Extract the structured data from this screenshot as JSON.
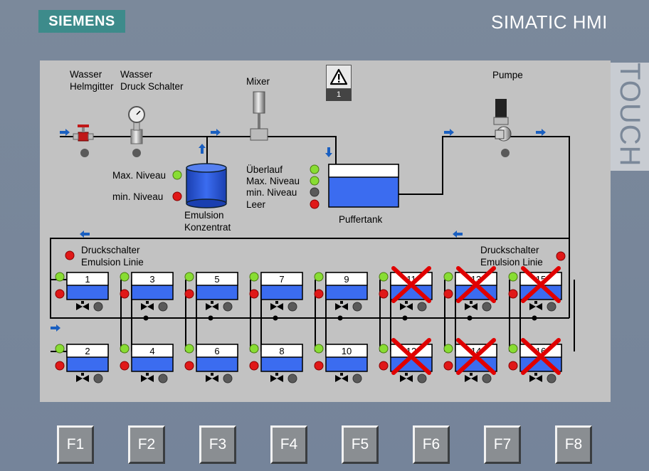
{
  "header": {
    "logo": "SIEMENS",
    "product": "SIMATIC HMI",
    "touch_label": "TOUCH"
  },
  "alarm": {
    "count": "1"
  },
  "labels": {
    "wasser_helmgitter_1": "Wasser",
    "wasser_helmgitter_2": "Helmgitter",
    "wasser_druck_1": "Wasser",
    "wasser_druck_2": "Druck Schalter",
    "mixer": "Mixer",
    "pumpe": "Pumpe",
    "max_niveau": "Max. Niveau",
    "min_niveau": "min. Niveau",
    "emulsion_1": "Emulsion",
    "emulsion_2": "Konzentrat",
    "ueberlauf": "Überlauf",
    "max_niveau2": "Max. Niveau",
    "min_niveau2": "min. Niveau",
    "leer": "Leer",
    "puffertank": "Puffertank",
    "druck_left_1": "Druckschalter",
    "druck_left_2": "Emulsion Linie",
    "druck_right_1": "Druckschalter",
    "druck_right_2": "Emulsion Linie"
  },
  "stations": [
    {
      "id": "1",
      "disabled": false
    },
    {
      "id": "3",
      "disabled": false
    },
    {
      "id": "5",
      "disabled": false
    },
    {
      "id": "7",
      "disabled": false
    },
    {
      "id": "9",
      "disabled": false
    },
    {
      "id": "11",
      "disabled": true
    },
    {
      "id": "13",
      "disabled": true
    },
    {
      "id": "15",
      "disabled": true
    },
    {
      "id": "2",
      "disabled": false
    },
    {
      "id": "4",
      "disabled": false
    },
    {
      "id": "6",
      "disabled": false
    },
    {
      "id": "8",
      "disabled": false
    },
    {
      "id": "10",
      "disabled": false
    },
    {
      "id": "12",
      "disabled": true
    },
    {
      "id": "14",
      "disabled": true
    },
    {
      "id": "16",
      "disabled": true
    }
  ],
  "fkeys": [
    "F1",
    "F2",
    "F3",
    "F4",
    "F5",
    "F6",
    "F7",
    "F8"
  ],
  "colors": {
    "screen": "#c2c2c2",
    "pipe": "#000000",
    "tank_blue": "#3b6cf0",
    "led_green": "#88dd33",
    "led_red": "#e01818",
    "led_gray": "#5a5a5a",
    "flow_arrow": "#1a5fc0",
    "cross": "#e00000"
  }
}
